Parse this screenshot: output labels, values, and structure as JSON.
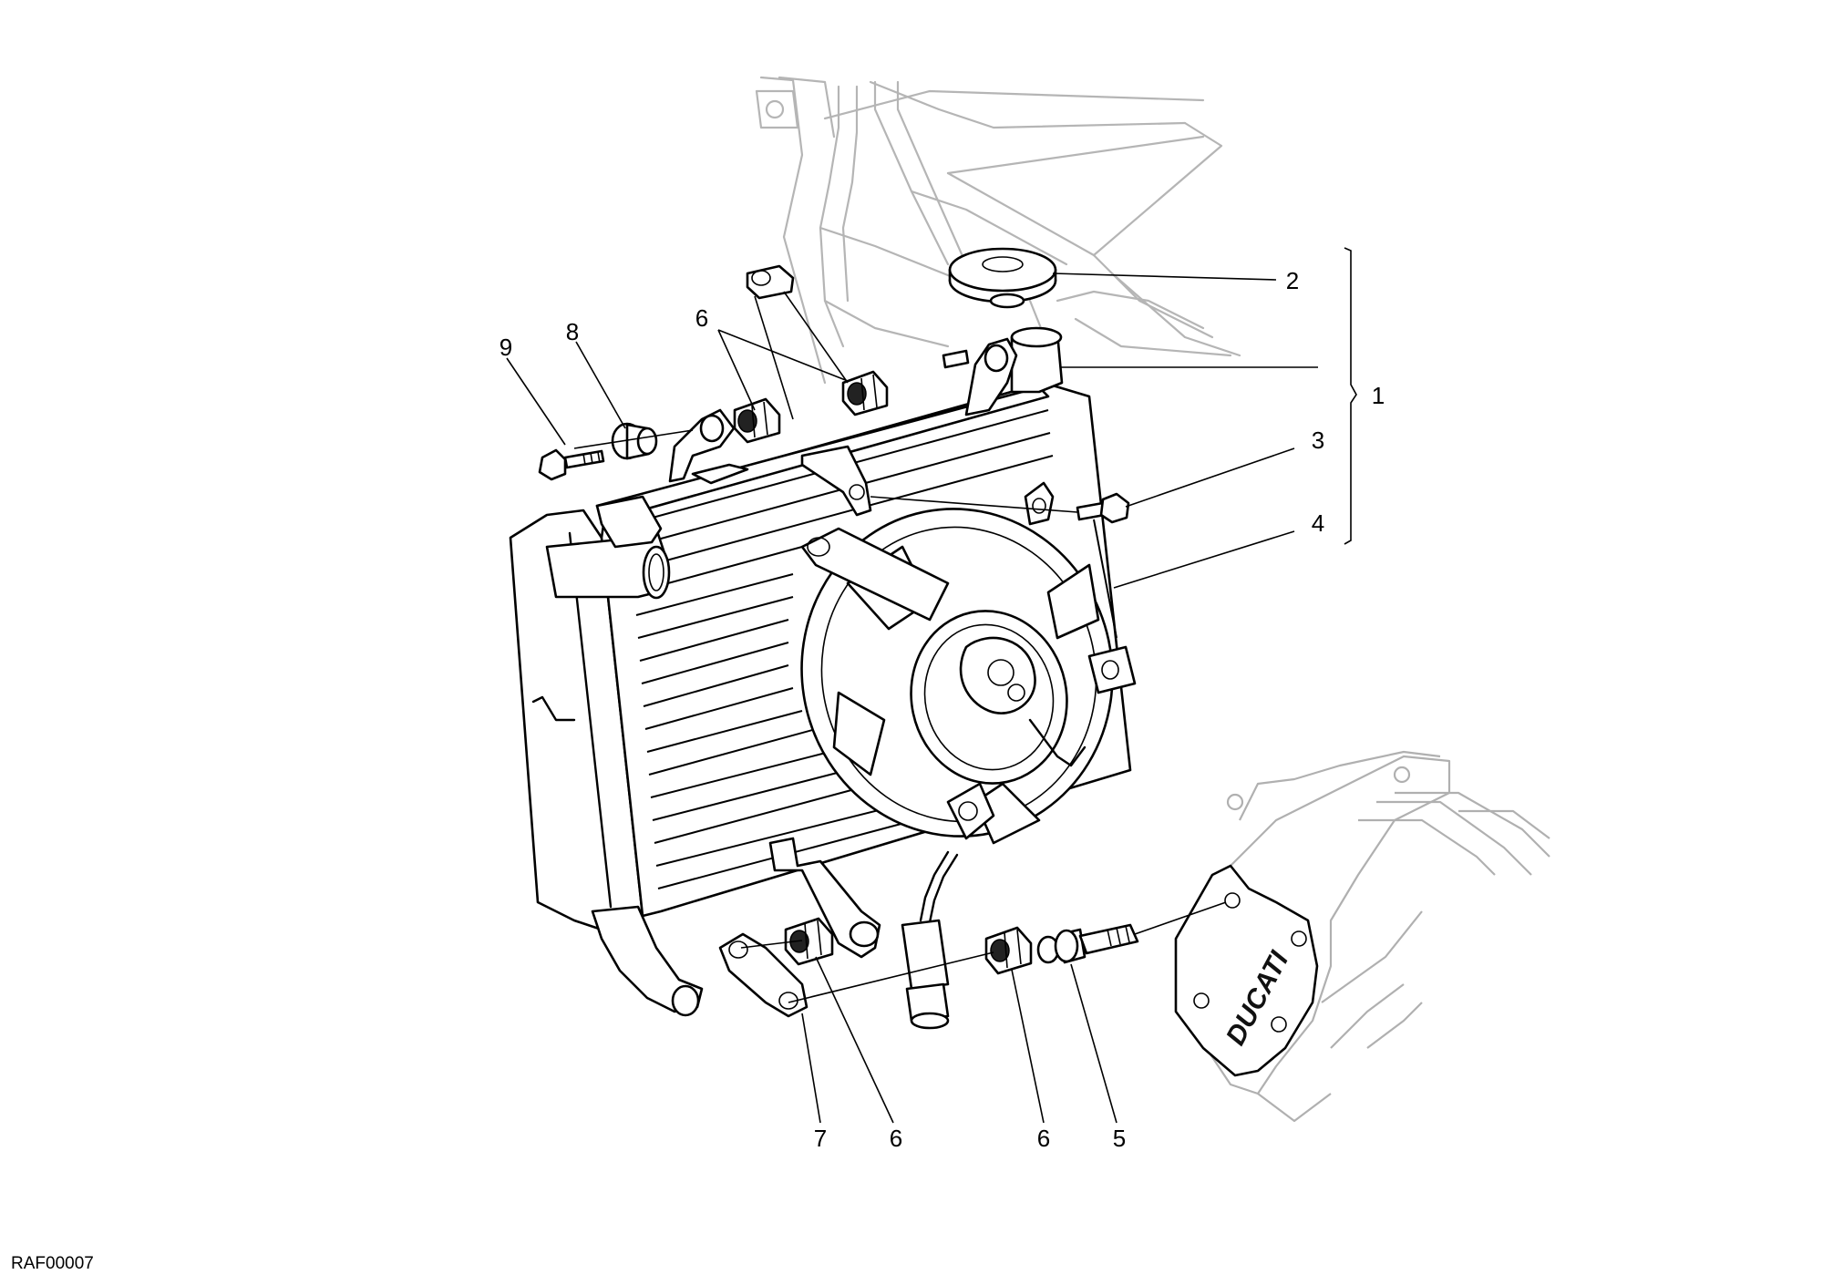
{
  "diagram": {
    "drawing_code": "RAF00007",
    "callouts": [
      "1",
      "2",
      "3",
      "4",
      "5",
      "6",
      "6",
      "6",
      "6",
      "7",
      "8",
      "9"
    ],
    "engine_logo_text": "DUCATI"
  }
}
